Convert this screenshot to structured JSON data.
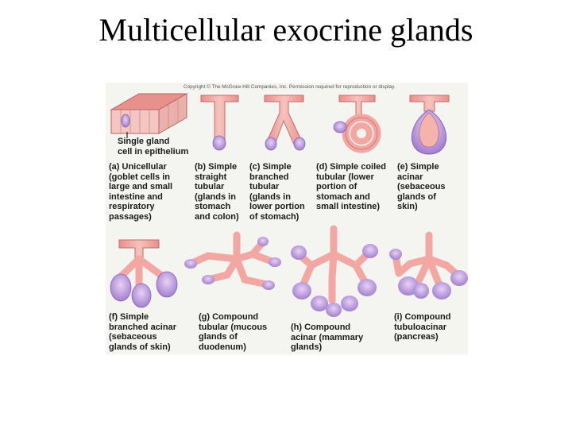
{
  "title": "Multicellular exocrine glands",
  "figure": {
    "copyright": "Copyright © The McGraw-Hill Companies, Inc. Permission required for reproduction or display.",
    "captions": {
      "single_cell": "Single gland\ncell in epithelium",
      "a": "(a) Unicellular\n     (goblet cells in\n     large and small\n     intestine and\n     respiratory\n     passages)",
      "b": "(b) Simple\n     straight\n     tubular\n     (glands in\n     stomach\n     and colon)",
      "c": "(c) Simple\n     branched\n     tubular\n     (glands in\n     lower portion\n     of stomach)",
      "d": "(d) Simple coiled\n     tubular (lower\n     portion of\n     stomach and\n     small intestine)",
      "e": "(e) Simple\n     acinar\n     (sebaceous\n     glands of\n     skin)",
      "f": "(f) Simple\n     branched acinar\n     (sebaceous\n     glands of skin)",
      "g": "(g) Compound\n     tubular (mucous\n     glands of\n     duodenum)",
      "h": "(h) Compound\n     acinar (mammary\n     glands)",
      "i": "(i) Compound\n     tubuloacinar\n     (pancreas)"
    }
  },
  "colors": {
    "duct_fill": "#f2a7a3",
    "duct_stroke": "#c06e6b",
    "secretory": "#b58fd6",
    "epithelium_top": "#e8918c",
    "figure_bg": "#f4f4f1"
  }
}
